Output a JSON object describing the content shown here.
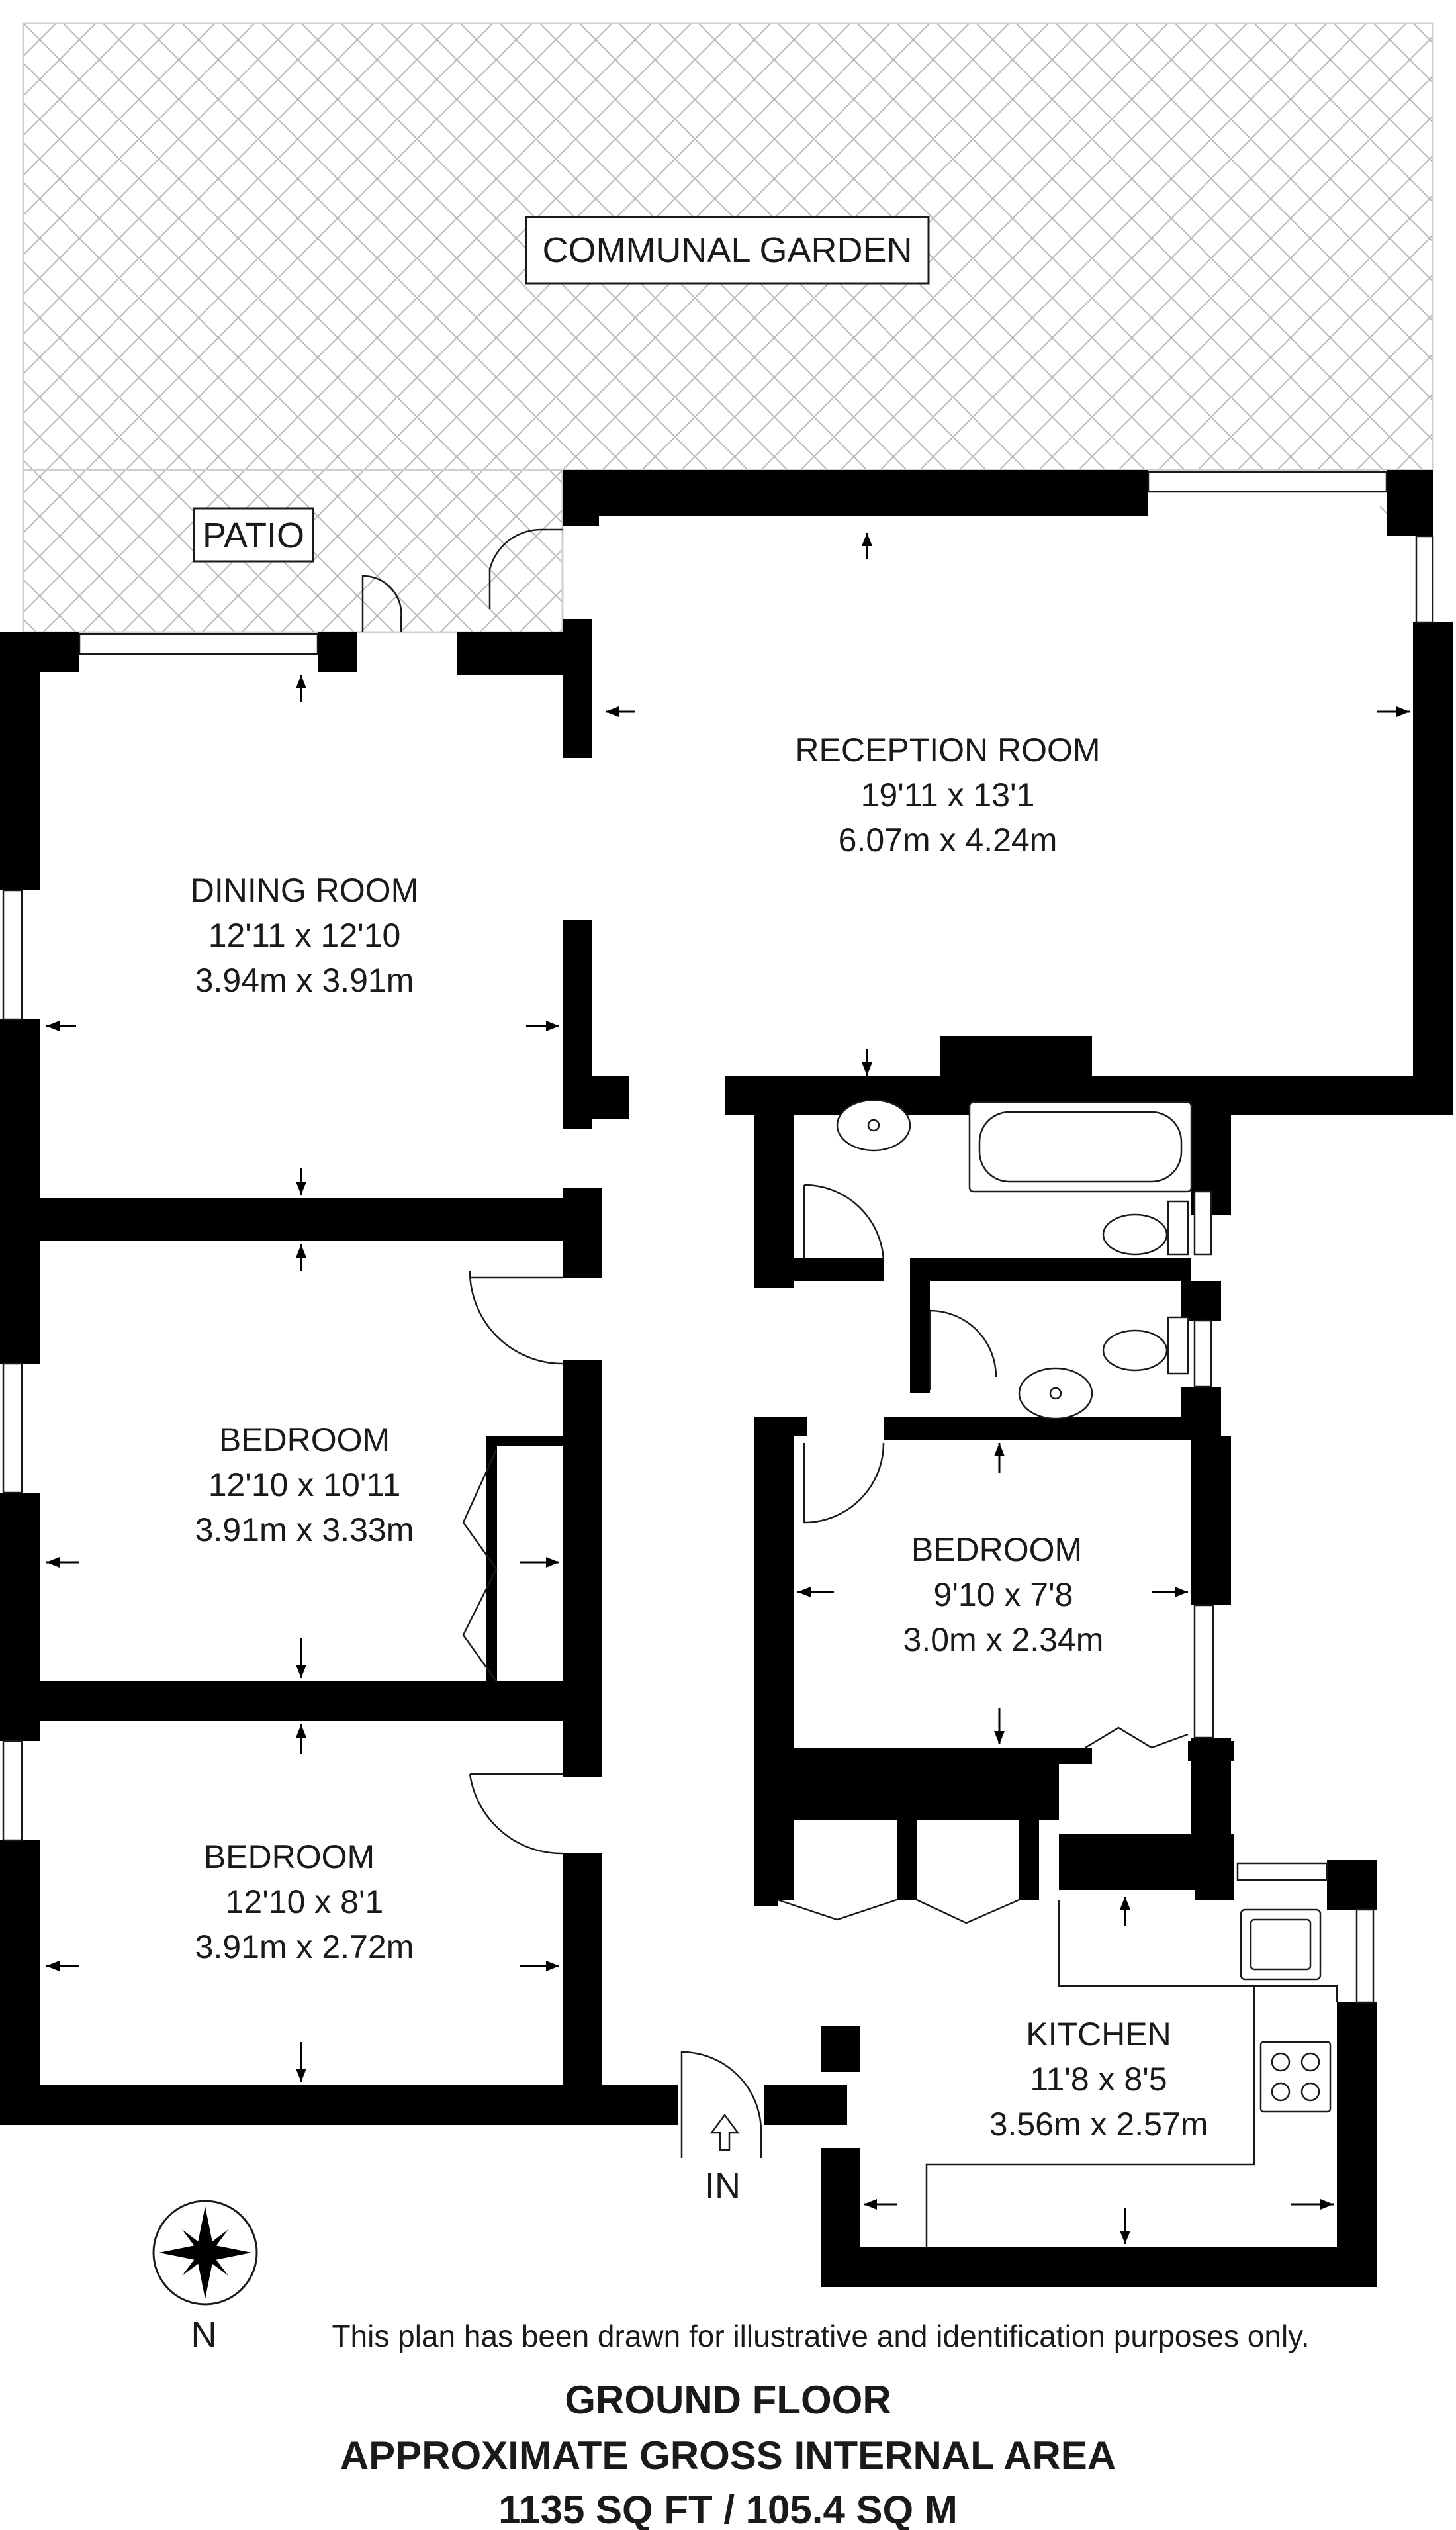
{
  "areas": {
    "garden": "COMMUNAL GARDEN",
    "patio": "PATIO"
  },
  "rooms": {
    "reception": {
      "name": "RECEPTION ROOM",
      "imperial": "19'11 x 13'1",
      "metric": "6.07m x 4.24m"
    },
    "dining": {
      "name": "DINING ROOM",
      "imperial": "12'11 x 12'10",
      "metric": "3.94m x 3.91m"
    },
    "bedroom1": {
      "name": "BEDROOM",
      "imperial": "12'10 x 10'11",
      "metric": "3.91m x 3.33m"
    },
    "bedroom2": {
      "name": "BEDROOM",
      "imperial": "12'10 x 8'1",
      "metric": "3.91m x 2.72m"
    },
    "bedroom3": {
      "name": "BEDROOM",
      "imperial": "9'10 x 7'8",
      "metric": "3.0m x 2.34m"
    },
    "kitchen": {
      "name": "KITCHEN",
      "imperial": "11'8 x 8'5",
      "metric": "3.56m x 2.57m"
    }
  },
  "entrance": "IN",
  "compass": {
    "label": "N",
    "icon": "compass-rose-icon"
  },
  "disclaimer": "This plan has been drawn for illustrative and identification purposes only.",
  "footer": {
    "floor": "GROUND FLOOR",
    "area_title": "APPROXIMATE GROSS INTERNAL AREA",
    "area_value": "1135 SQ FT / 105.4 SQ M"
  }
}
